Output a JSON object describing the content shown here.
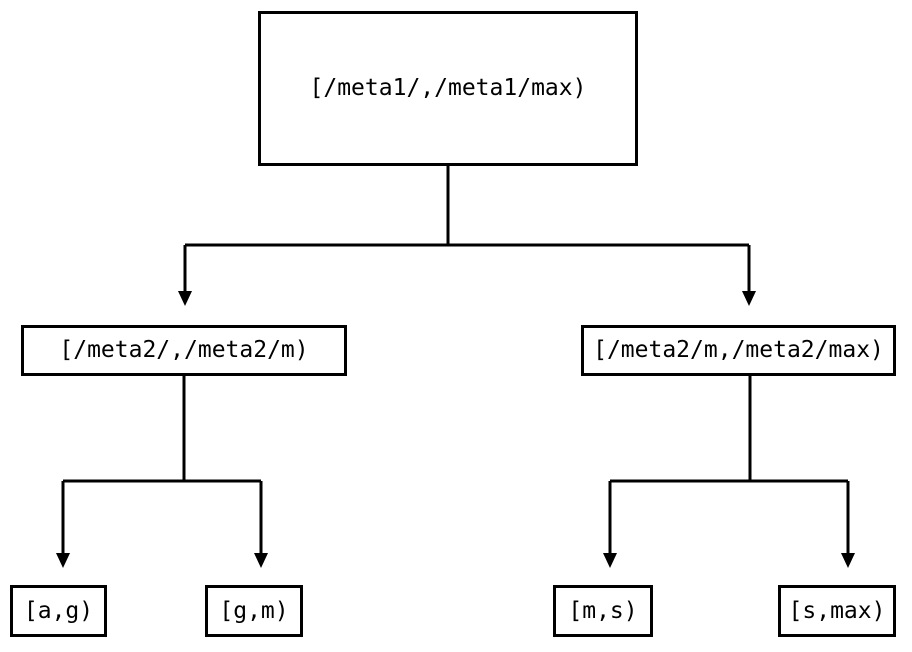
{
  "diagram": {
    "title": "interval-partition-tree",
    "background_color": "#ffffff",
    "line_color": "#000000",
    "box_border_color": "#000000",
    "box_fill_color": "#ffffff",
    "text_color": "#000000",
    "nodes": {
      "root": {
        "label": "[/meta1/,/meta1/max)",
        "level": 0
      },
      "mid_left": {
        "label": "[/meta2/,/meta2/m)",
        "level": 1
      },
      "mid_right": {
        "label": "[/meta2/m,/meta2/max)",
        "level": 1
      },
      "leaf_1": {
        "label": "[a,g)",
        "level": 2
      },
      "leaf_2": {
        "label": "[g,m)",
        "level": 2
      },
      "leaf_3": {
        "label": "[m,s)",
        "level": 2
      },
      "leaf_4": {
        "label": "[s,max)",
        "level": 2
      }
    },
    "edges": [
      {
        "from": "root",
        "to": "mid_left",
        "arrow": "triangle-down"
      },
      {
        "from": "root",
        "to": "mid_right",
        "arrow": "triangle-down"
      },
      {
        "from": "mid_left",
        "to": "leaf_1",
        "arrow": "triangle-down"
      },
      {
        "from": "mid_left",
        "to": "leaf_2",
        "arrow": "triangle-down"
      },
      {
        "from": "mid_right",
        "to": "leaf_3",
        "arrow": "triangle-down"
      },
      {
        "from": "mid_right",
        "to": "leaf_4",
        "arrow": "triangle-down"
      }
    ]
  }
}
